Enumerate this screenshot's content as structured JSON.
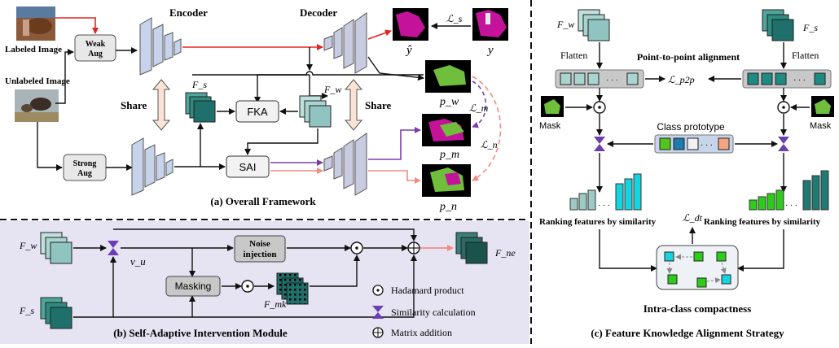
{
  "framework": {
    "caption": "(a) Overall Framework",
    "labeled_image": "Labeled Image",
    "unlabeled_image": "Unlabeled Image",
    "weak_aug": "Weak\nAug",
    "strong_aug": "Strong\nAug",
    "encoder": "Encoder",
    "decoder": "Decoder",
    "share_left": "Share",
    "share_right": "Share",
    "fka": "FKA",
    "sai": "SAI",
    "f_s": "F_s",
    "f_w": "F_w",
    "y_hat": "ŷ",
    "y": "y",
    "loss_s": "ℒ_s",
    "p_w": "p_w",
    "p_m": "p_m",
    "p_n": "p_n",
    "loss_m": "ℒ_m",
    "loss_n": "ℒ_n"
  },
  "sai_module": {
    "caption": "(b) Self-Adaptive Intervention Module",
    "f_w": "F_w",
    "f_s": "F_s",
    "v_u": "v_u",
    "noise": "Noise\ninjection",
    "masking": "Masking",
    "f_mk": "F_mk",
    "f_ne": "F_ne",
    "legend_hadamard": "Hadamard product",
    "legend_similarity": "Similarity calculation",
    "legend_addition": "Matrix addition"
  },
  "fka_module": {
    "caption": "(c) Feature Knowledge Alignment Strategy",
    "f_w": "F_w",
    "f_s": "F_s",
    "flatten_left": "Flatten",
    "flatten_right": "Flatten",
    "p2p": "Point-to-point alignment",
    "loss_p2p": "ℒ_p2p",
    "mask_left": "Mask",
    "mask_right": "Mask",
    "prototype": "Class prototype",
    "ranking_left": "Ranking features by similarity",
    "ranking_right": "Ranking features by similarity",
    "loss_dt": "ℒ_dt",
    "compactness": "Intra-class compactness",
    "ellipsis": "· · ·"
  },
  "colors": {
    "red_arrow": "#e8231f",
    "purple_arrow": "#7a3ea8",
    "salmon_arrow": "#f28b82",
    "teal_dark": "#1f6f6a",
    "teal_light": "#8fc4c0",
    "magenta": "#c4139a",
    "green_mask": "#6fbf3c",
    "cyan_bar": "#14d4e0",
    "green_bar": "#2ecc1a"
  }
}
